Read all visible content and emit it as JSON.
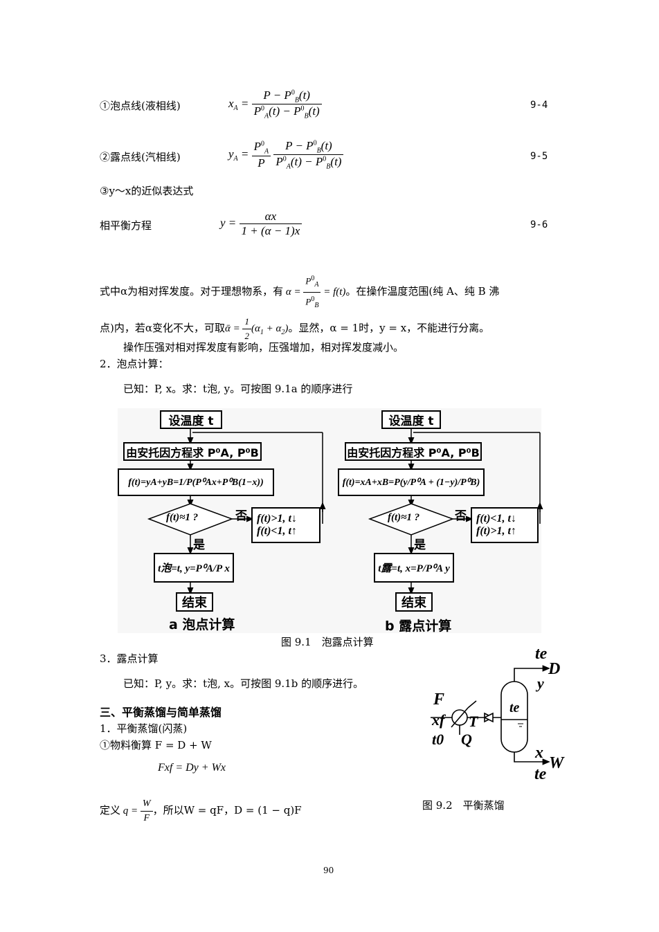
{
  "lines": {
    "l1_label": "①泡点线(液相线)",
    "l1_eqno": "9-4",
    "l2_label": "②露点线(汽相线)",
    "l2_eqno": "9-5",
    "l3_label": "③y～x的近似表达式",
    "l4_label": "相平衡方程",
    "l4_eqno": "9-6",
    "l5_a": "式中α为相对挥发度。对于理想物系，有",
    "l5_b": "。在操作温度范围(纯 A、纯 B 沸",
    "l6_a": "点)内，若α变化不大，可取",
    "l6_b": "。显然，α = 1时，y = x，不能进行分离。",
    "l7": "操作压强对相对挥发度有影响，压强增加，相对挥发度减小。",
    "l8": "2．泡点计算：",
    "l9": "已知：P, x。求：t泡, y。可按图 9.1a 的顺序进行",
    "fig1_caption": "图 9.1　泡露点计算",
    "l10": "3．露点计算",
    "l11": "已知：P, y。求：t泡, x。可按图 9.1b 的顺序进行。",
    "l12": "三、平衡蒸馏与简单蒸馏",
    "l13": "1．平衡蒸馏(闪蒸)",
    "l14": "①物料衡算 F = D + W",
    "l15": "Fxf = Dy + Wx",
    "l16_a": "定义",
    "l16_b": "，所以W = qF，D = (1 − q)F",
    "fig2_caption": "图 9.2　平衡蒸馏",
    "page_number": "90"
  },
  "flowchart_a": {
    "start": "设温度 t",
    "antoine": "由安托因方程求 P⁰A, P⁰B",
    "fn": "f(t)=yA+yB=1/P(P⁰Ax+P⁰B(1−x))",
    "decision": "f(t)≈1 ?",
    "no": "否",
    "adjust1": "f(t)>1,  t↓",
    "adjust2": "f(t)<1,  t↑",
    "yes": "是",
    "result": "t泡=t,  y=P⁰A/P x",
    "end": "结束",
    "caption": "a 泡点计算"
  },
  "flowchart_b": {
    "start": "设温度 t",
    "antoine": "由安托因方程求 P⁰A, P⁰B",
    "fn": "f(t)=xA+xB=P(y/P⁰A + (1−y)/P⁰B)",
    "decision": "f(t)≈1 ?",
    "no": "否",
    "adjust1": "f(t)<1,  t↓",
    "adjust2": "f(t)>1,  t↑",
    "yes": "是",
    "result": "t露=t,  x=P/P⁰A y",
    "end": "结束",
    "caption": "b 露点计算"
  },
  "flash_diagram": {
    "F": "F",
    "xf": "xf",
    "t0": "t0",
    "T": "T",
    "Q": "Q",
    "te_top": "te",
    "D": "D",
    "y": "y",
    "te_mid": "te",
    "x": "x",
    "W": "W",
    "te_bot": "te"
  }
}
